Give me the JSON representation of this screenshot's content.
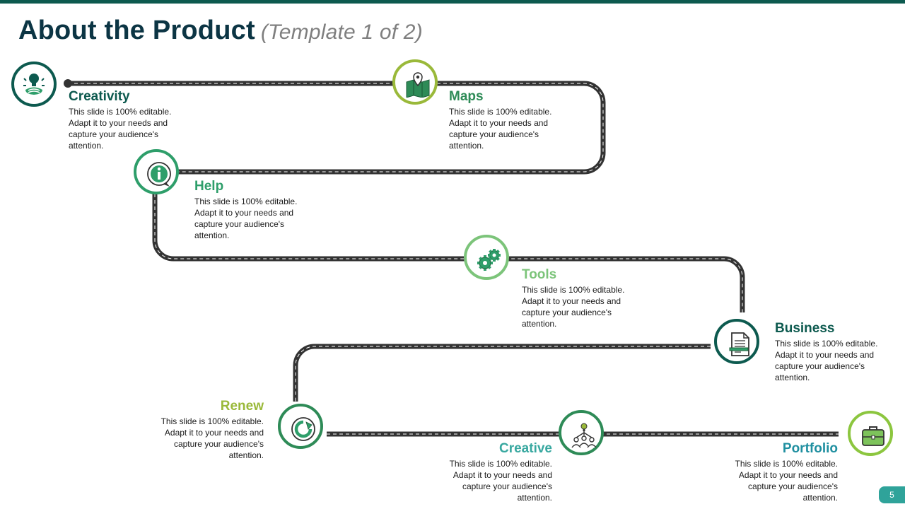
{
  "header": {
    "title": "About the Product",
    "subtitle": "(Template 1 of 2)"
  },
  "colors": {
    "dark_teal": "#0c3544",
    "teal": "#0d5a4f",
    "green": "#2e9e6a",
    "light_green": "#8cc63f",
    "lime": "#9ab93a",
    "aqua": "#38a8a0",
    "road": "#333333"
  },
  "steps": [
    {
      "title": "Creativity",
      "text": "This slide is 100% editable. Adapt it to your needs and capture your audience's attention.",
      "icon": "brain-lightbulb-icon"
    },
    {
      "title": "Maps",
      "text": "This slide is 100% editable. Adapt it to your needs and capture your audience's attention.",
      "icon": "map-pin-icon"
    },
    {
      "title": "Help",
      "text": "This slide is 100% editable. Adapt it to your needs and capture your audience's attention.",
      "icon": "info-icon"
    },
    {
      "title": "Tools",
      "text": "This slide is 100% editable. Adapt it to your needs and capture your audience's attention.",
      "icon": "gears-icon"
    },
    {
      "title": "Business",
      "text": "This slide is 100% editable. Adapt it to your needs and capture your audience's attention.",
      "icon": "document-icon"
    },
    {
      "title": "Renew",
      "text": "This slide is 100% editable. Adapt it to your needs and capture your audience's attention.",
      "icon": "renew-arrow-icon"
    },
    {
      "title": "Creative",
      "text": "This slide is 100% editable. Adapt it to your needs and capture your audience's attention.",
      "icon": "team-idea-icon"
    },
    {
      "title": "Portfolio",
      "text": "This slide is 100% editable. Adapt it to your needs and capture your audience's attention.",
      "icon": "briefcase-icon"
    }
  ],
  "footer": {
    "page_number": "5"
  }
}
